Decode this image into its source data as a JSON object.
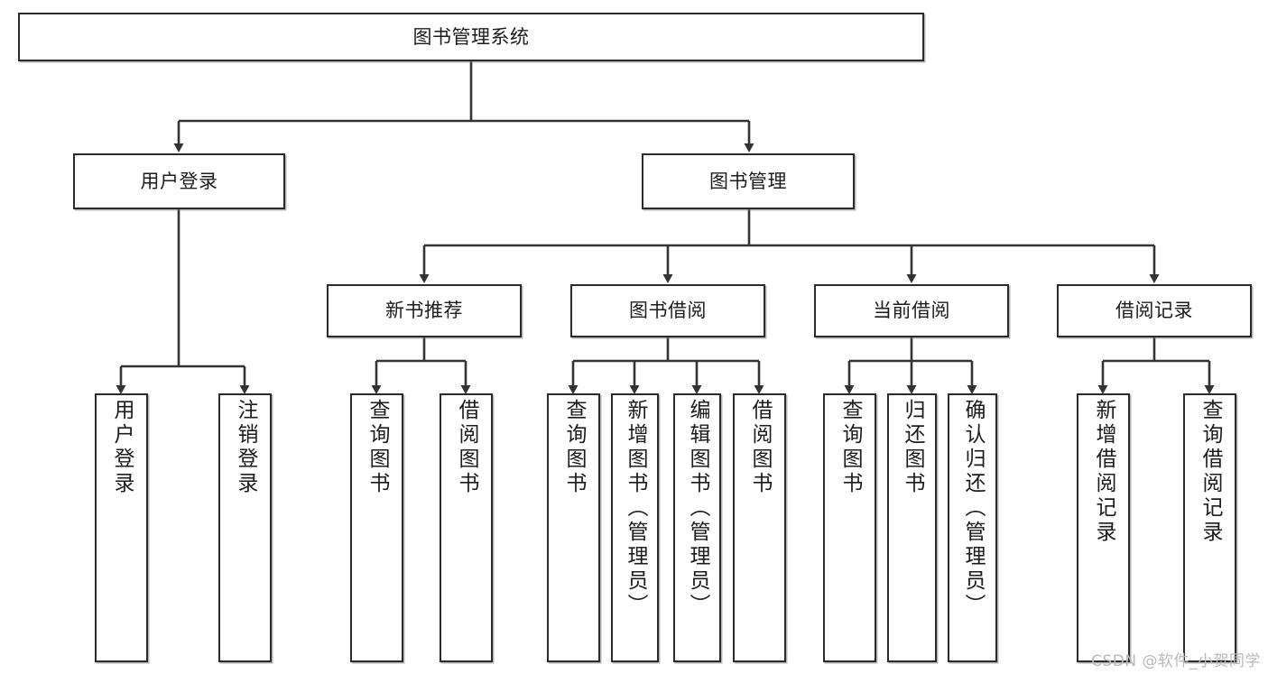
{
  "diagram": {
    "title": "图书管理系统",
    "watermark": "CSDN @软件_小贺同学",
    "colors": {
      "border": "#2b2b2b",
      "text": "#1c1c1c",
      "background": "#ffffff",
      "connector": "#333333",
      "watermark": "#b9b9b9"
    },
    "root": {
      "label": "图书管理系统"
    },
    "level1": [
      {
        "label": "用户登录"
      },
      {
        "label": "图书管理"
      }
    ],
    "level2": [
      {
        "label": "新书推荐"
      },
      {
        "label": "图书借阅"
      },
      {
        "label": "当前借阅"
      },
      {
        "label": "借阅记录"
      }
    ],
    "leaves": {
      "user_login": [
        {
          "label": "用户登录"
        },
        {
          "label": "注销登录"
        }
      ],
      "new_book_recommend": [
        {
          "label": "查询图书"
        },
        {
          "label": "借阅图书"
        }
      ],
      "book_borrow": [
        {
          "label": "查询图书"
        },
        {
          "label": "新增图书（管理员）"
        },
        {
          "label": "编辑图书（管理员）"
        },
        {
          "label": "借阅图书"
        }
      ],
      "current_borrow": [
        {
          "label": "查询图书"
        },
        {
          "label": "归还图书"
        },
        {
          "label": "确认归还（管理员）"
        }
      ],
      "borrow_record": [
        {
          "label": "新增借阅记录"
        },
        {
          "label": "查询借阅记录"
        }
      ]
    }
  }
}
